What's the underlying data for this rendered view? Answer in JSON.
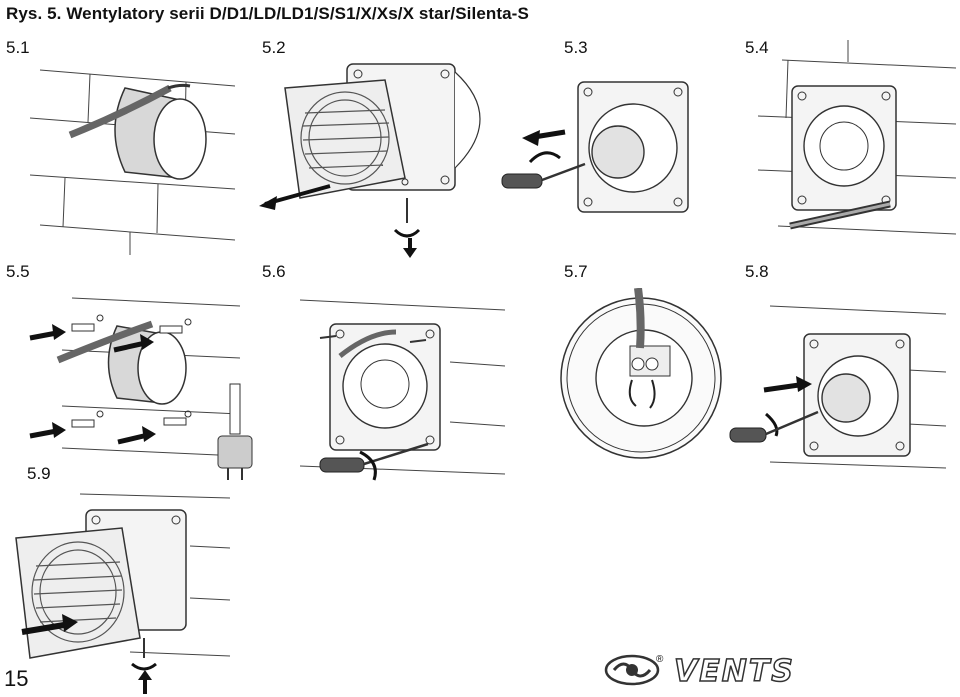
{
  "document": {
    "title": "Rys. 5. Wentylatory serii D/D1/LD/LD1/S/S1/X/Xs/X star/Silenta-S",
    "page_number": "15"
  },
  "figures": [
    {
      "label": "5.1",
      "icon": "duct-with-cable-in-wall"
    },
    {
      "label": "5.2",
      "icon": "remove-front-grille"
    },
    {
      "label": "5.3",
      "icon": "unscrew-motor-cover"
    },
    {
      "label": "5.4",
      "icon": "mark-holes-on-wall"
    },
    {
      "label": "5.5",
      "icon": "drill-and-insert-dowels"
    },
    {
      "label": "5.6",
      "icon": "screw-fan-to-wall"
    },
    {
      "label": "5.7",
      "icon": "connect-wiring-terminal"
    },
    {
      "label": "5.8",
      "icon": "refit-motor-cover"
    },
    {
      "label": "5.9",
      "icon": "refit-front-grille"
    }
  ],
  "brand": {
    "logo_text": "VENTS",
    "registered_mark": "®",
    "logo_icon": "vents-fan-logo-icon"
  },
  "colors": {
    "line": "#333333",
    "panel_fill": "#f4f4f4",
    "arrow": "#111111",
    "duct_fill": "#d8d8d8"
  }
}
